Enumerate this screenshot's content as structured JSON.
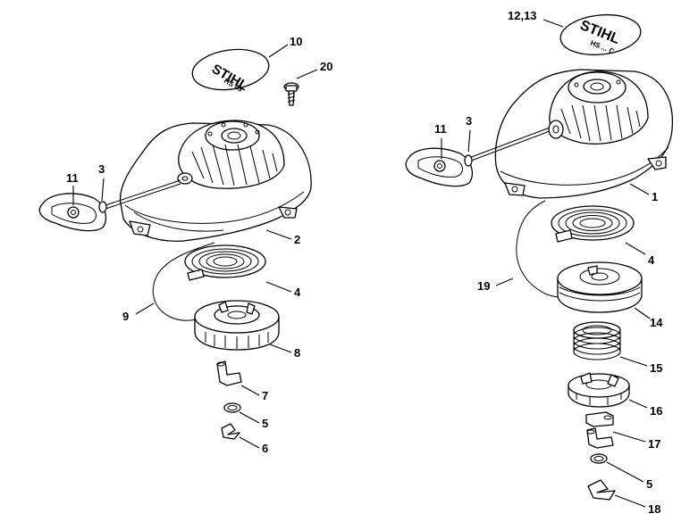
{
  "decals": {
    "left_brand": "STIHL",
    "left_model": "HS 45",
    "right_brand": "STIHL",
    "right_model": "HS ... C"
  },
  "callouts": {
    "left": {
      "c10": "10",
      "c20": "20",
      "c11": "11",
      "c3": "3",
      "c2": "2",
      "c4": "4",
      "c9": "9",
      "c8": "8",
      "c7": "7",
      "c5": "5",
      "c6": "6"
    },
    "right": {
      "c12_13": "12,13",
      "c11": "11",
      "c3": "3",
      "c1": "1",
      "c4": "4",
      "c19": "19",
      "c14": "14",
      "c15": "15",
      "c16": "16",
      "c17": "17",
      "c5": "5",
      "c18": "18"
    }
  }
}
